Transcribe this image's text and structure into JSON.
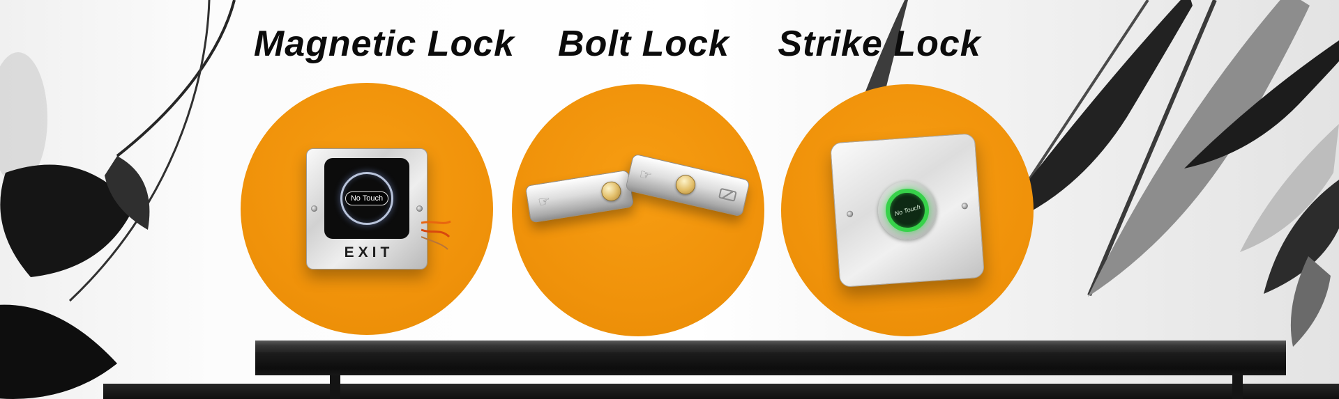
{
  "banner": {
    "products": [
      {
        "title": "Magnetic Lock",
        "device": {
          "touch_label": "No Touch",
          "exit_label": "EXIT"
        }
      },
      {
        "title": "Bolt Lock"
      },
      {
        "title": "Strike Lock",
        "device": {
          "touch_label": "No Touch"
        }
      }
    ],
    "icons": {
      "hand_press": "☞"
    },
    "colors": {
      "circle_orange": "#F0920A",
      "title_text": "#0B0B0B",
      "shelf_black": "#1B1B1B",
      "strike_ring_green": "#37D24A",
      "gold_button": "#D9B45A",
      "wire_orange": "#E8650F"
    }
  }
}
